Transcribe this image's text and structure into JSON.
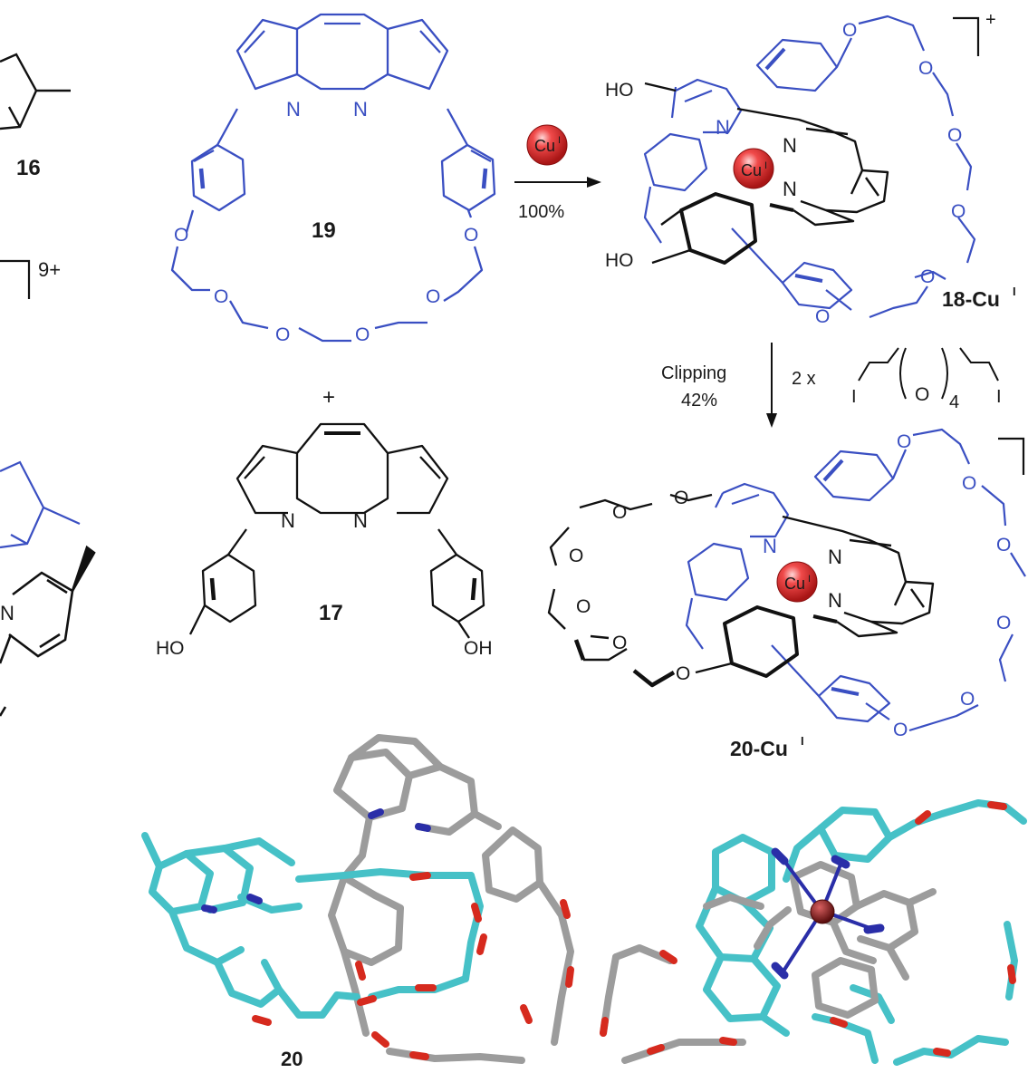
{
  "compounds": {
    "c16": "16",
    "c19": "19",
    "c17": "17",
    "c18cu_main": "18-Cu",
    "c18cu_sup": "I",
    "c20cu_main": "20-Cu",
    "c20cu_sup": "I",
    "c20": "20"
  },
  "charges": {
    "nine_plus": "9+",
    "plus": "+",
    "between_plus": "+"
  },
  "atoms": {
    "N": "N",
    "O": "O",
    "HO": "HO",
    "OH": "OH",
    "I": "I"
  },
  "reagents": {
    "cu_main": "Cu",
    "cu_sup": "I",
    "step1_yield": "100%",
    "step2_name": "Clipping",
    "step2_yield": "42%",
    "step2_count": "2 x",
    "chain_subscript": "4"
  },
  "colors": {
    "blue": "#3a4fc2",
    "black": "#111111",
    "cyan": "#46c1c7",
    "gray": "#9a9a9a",
    "red": "#d62a1e",
    "nitrogen": "#2a2ea8",
    "copper": "#8a1c1c",
    "copper_sphere": "#e8323a"
  },
  "structures": {
    "crystal_left": "x-ray-structure-20",
    "crystal_right": "x-ray-structure-20-CuI"
  }
}
